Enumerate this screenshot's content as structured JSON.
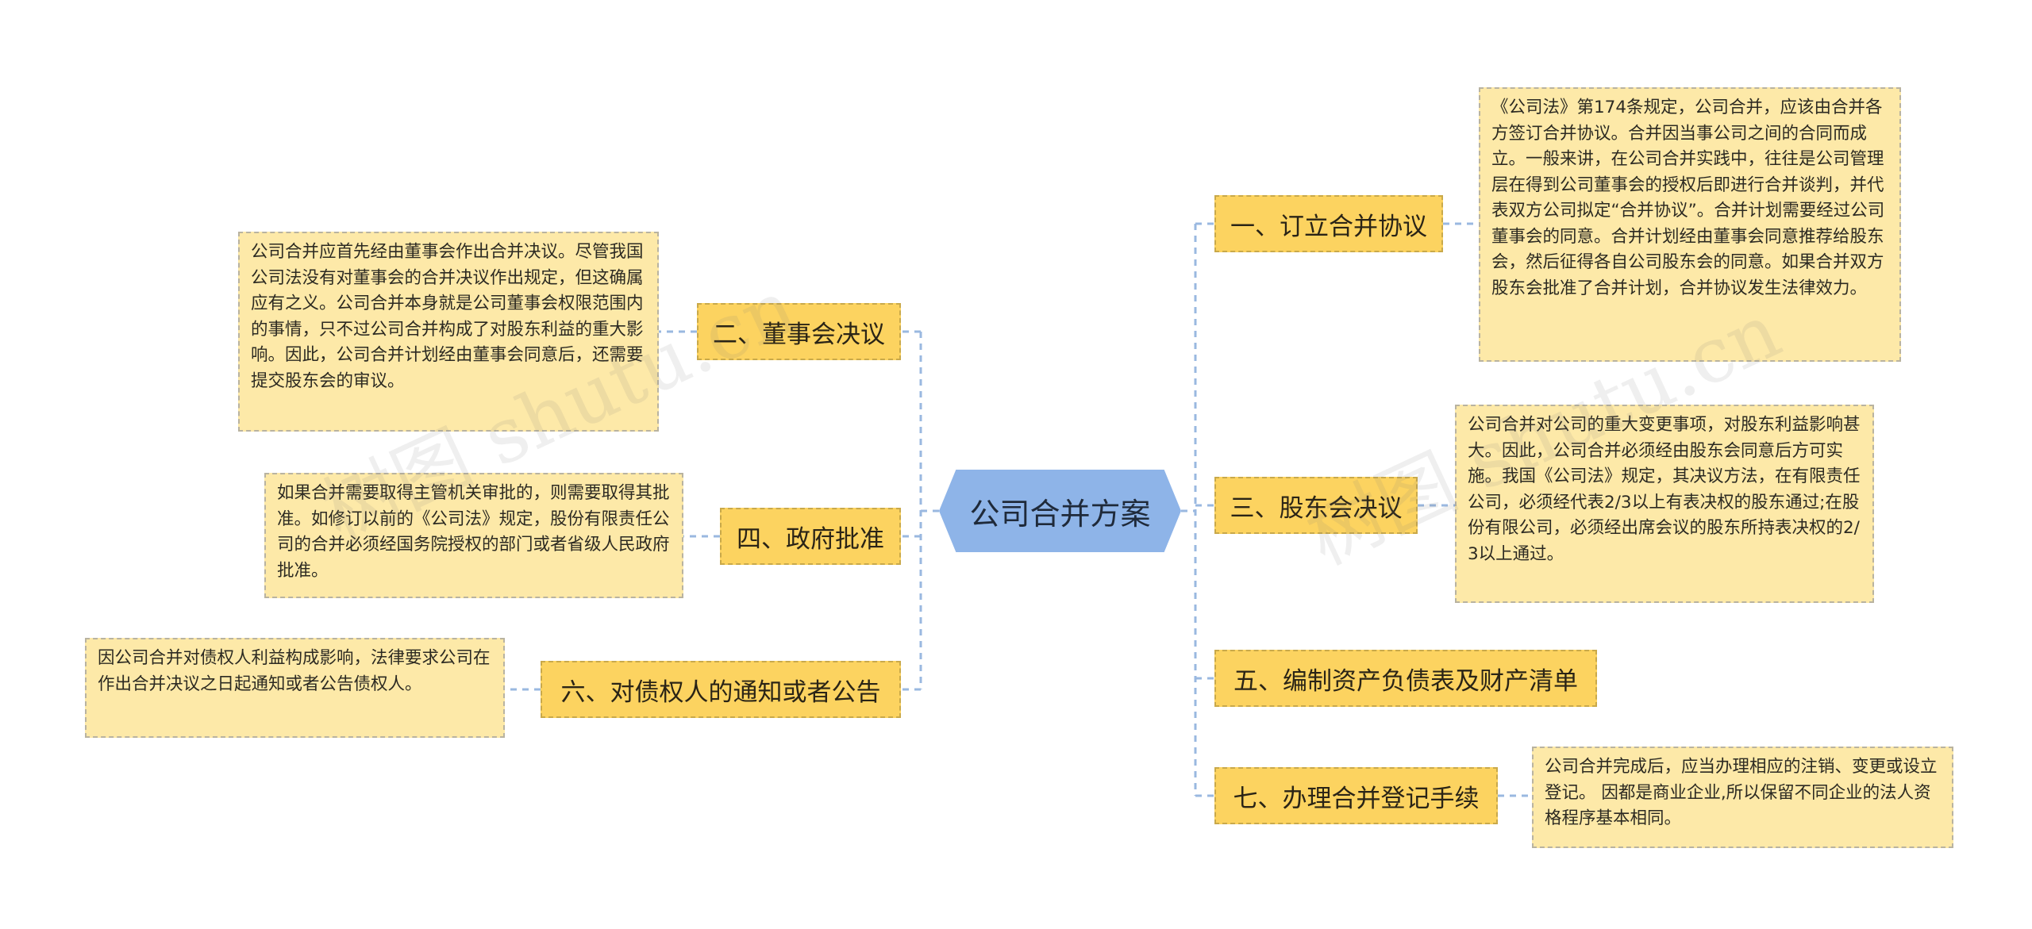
{
  "center": {
    "label": "公司合并方案"
  },
  "branches": [
    {
      "label": "一、订立合并协议",
      "note": "《公司法》第174条规定，公司合并，应该由合并各方签订合并协议。合并因当事公司之间的合同而成立。一般来讲，在公司合并实践中，往往是公司管理层在得到公司董事会的授权后即进行合并谈判，并代表双方公司拟定“合并协议”。合并计划需要经过公司董事会的同意。合并计划经由董事会同意推荐给股东会，然后征得各自公司股东会的同意。如果合并双方股东会批准了合并计划，合并协议发生法律效力。"
    },
    {
      "label": "二、董事会决议",
      "note": "公司合并应首先经由董事会作出合并决议。尽管我国公司法没有对董事会的合并决议作出规定，但这确属应有之义。公司合并本身就是公司董事会权限范围内的事情，只不过公司合并构成了对股东利益的重大影响。因此，公司合并计划经由董事会同意后，还需要提交股东会的审议。"
    },
    {
      "label": "三、股东会决议",
      "note": "公司合并对公司的重大变更事项，对股东利益影响甚大。因此，公司合并必须经由股东会同意后方可实施。我国《公司法》规定，其决议方法，在有限责任公司，必须经代表2/3以上有表决权的股东通过;在股份有限公司，必须经出席会议的股东所持表决权的2/3以上通过。"
    },
    {
      "label": "四、政府批准",
      "note": "如果合并需要取得主管机关审批的，则需要取得其批准。如修订以前的《公司法》规定，股份有限责任公司的合并必须经国务院授权的部门或者省级人民政府批准。"
    },
    {
      "label": "五、编制资产负债表及财产清单"
    },
    {
      "label": "六、对债权人的通知或者公告",
      "note": "因公司合并对债权人利益构成影响，法律要求公司在作出合并决议之日起通知或者公告债权人。"
    },
    {
      "label": "七、办理合并登记手续",
      "note": "公司合并完成后，应当办理相应的注销、变更或设立登记。 因都是商业企业,所以保留不同企业的法人资格程序基本相同。"
    }
  ],
  "watermarks": [
    "树图 shutu.cn",
    "树图 shutu.cn"
  ],
  "colors": {
    "center": "#8eb4e8",
    "branch": "#fcd360",
    "note": "#fde9a8",
    "connector": "#9ab8e0"
  }
}
